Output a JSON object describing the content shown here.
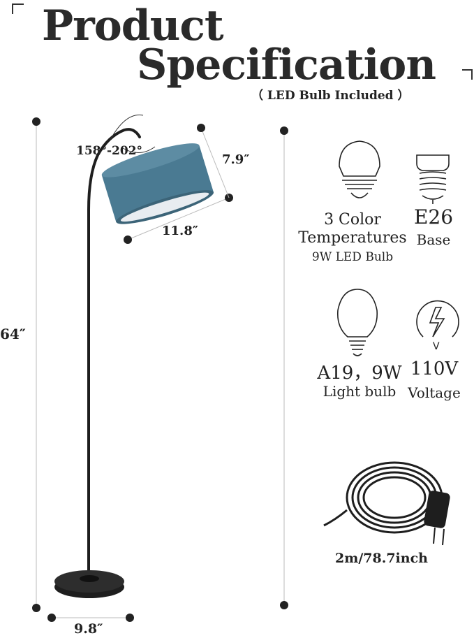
{
  "header": {
    "title_line1": "Product",
    "title_line2": "Specification",
    "subtitle": "（ LED Bulb Included ）"
  },
  "dimensions": {
    "height": "64″",
    "base_width": "9.8″",
    "shade_width": "11.8″",
    "shade_height": "7.9″",
    "rotation": "158°-202°"
  },
  "specs": {
    "color_temp_line1": "3 Color",
    "color_temp_line2": "Temperatures",
    "color_temp_line3": "9W LED Bulb",
    "base_value": "E26",
    "base_label": "Base",
    "bulb_value": "A19，9W",
    "bulb_label": "Light bulb",
    "voltage_value": "110V",
    "voltage_label": "Voltage",
    "cord_length": "2m/78.7inch"
  },
  "colors": {
    "shade": "#4a7a92",
    "metal": "#1e1e1e",
    "text": "#222222"
  },
  "icons": [
    "led-bulb-icon",
    "e26-socket-icon",
    "a19-bulb-icon",
    "voltage-icon",
    "power-cord-icon"
  ]
}
